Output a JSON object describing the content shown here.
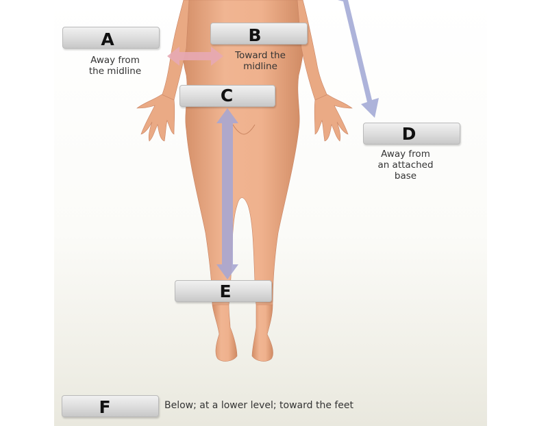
{
  "labels": {
    "a": {
      "letter": "A",
      "description": "Away from\nthe midline"
    },
    "b": {
      "letter": "B",
      "description": "Toward the\nmidline"
    },
    "c": {
      "letter": "C"
    },
    "d": {
      "letter": "D",
      "description": "Away from\nan attached\nbase"
    },
    "e": {
      "letter": "E"
    },
    "f": {
      "letter": "F",
      "description": "Below; at a lower level; toward the feet"
    }
  },
  "colors": {
    "skin": "#e8a781",
    "skin_shadow": "#c98460",
    "arrow_pink": "#e7a8b4",
    "arrow_blue": "#9fa6d4",
    "box_fill": "#dadada"
  },
  "icons": [
    "lateral-arrow",
    "vertical-arrow",
    "distal-arrow"
  ]
}
